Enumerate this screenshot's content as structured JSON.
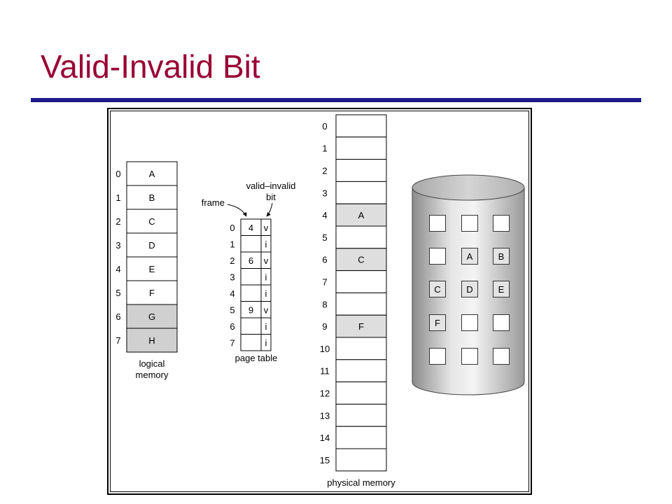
{
  "slide": {
    "title": "Valid-Invalid Bit"
  },
  "logical_memory": {
    "caption_line1": "logical",
    "caption_line2": "memory",
    "pages": [
      {
        "index": "0",
        "label": "A",
        "shaded": false
      },
      {
        "index": "1",
        "label": "B",
        "shaded": false
      },
      {
        "index": "2",
        "label": "C",
        "shaded": false
      },
      {
        "index": "3",
        "label": "D",
        "shaded": false
      },
      {
        "index": "4",
        "label": "E",
        "shaded": false
      },
      {
        "index": "5",
        "label": "F",
        "shaded": false
      },
      {
        "index": "6",
        "label": "G",
        "shaded": true
      },
      {
        "index": "7",
        "label": "H",
        "shaded": true
      }
    ]
  },
  "page_table": {
    "caption": "page table",
    "frame_label": "frame",
    "valid_label_line1": "valid–invalid",
    "valid_label_line2": "bit",
    "rows": [
      {
        "index": "0",
        "frame": "4",
        "bit": "v"
      },
      {
        "index": "1",
        "frame": "",
        "bit": "i"
      },
      {
        "index": "2",
        "frame": "6",
        "bit": "v"
      },
      {
        "index": "3",
        "frame": "",
        "bit": "i"
      },
      {
        "index": "4",
        "frame": "",
        "bit": "i"
      },
      {
        "index": "5",
        "frame": "9",
        "bit": "v"
      },
      {
        "index": "6",
        "frame": "",
        "bit": "i"
      },
      {
        "index": "7",
        "frame": "",
        "bit": "i"
      }
    ]
  },
  "physical_memory": {
    "caption": "physical memory",
    "frames": [
      {
        "index": "0",
        "label": ""
      },
      {
        "index": "1",
        "label": ""
      },
      {
        "index": "2",
        "label": ""
      },
      {
        "index": "3",
        "label": ""
      },
      {
        "index": "4",
        "label": "A"
      },
      {
        "index": "5",
        "label": ""
      },
      {
        "index": "6",
        "label": "C"
      },
      {
        "index": "7",
        "label": ""
      },
      {
        "index": "8",
        "label": ""
      },
      {
        "index": "9",
        "label": "F"
      },
      {
        "index": "10",
        "label": ""
      },
      {
        "index": "11",
        "label": ""
      },
      {
        "index": "12",
        "label": ""
      },
      {
        "index": "13",
        "label": ""
      },
      {
        "index": "14",
        "label": ""
      },
      {
        "index": "15",
        "label": ""
      }
    ]
  },
  "disk": {
    "rows": [
      [
        "",
        "",
        ""
      ],
      [
        "",
        "A",
        "B"
      ],
      [
        "C",
        "D",
        "E"
      ],
      [
        "F",
        "",
        ""
      ],
      [
        "",
        "",
        ""
      ]
    ]
  },
  "colors": {
    "title": "#990033",
    "title_rule": "#1c1c8c",
    "shaded_cell": "#d0d0d0",
    "white_cell": "#ffffff"
  }
}
